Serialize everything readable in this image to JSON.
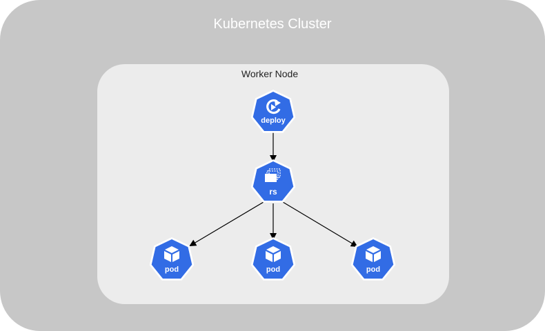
{
  "cluster": {
    "title": "Kubernetes Cluster"
  },
  "worker_node": {
    "title": "Worker Node"
  },
  "colors": {
    "k8s_blue": "#326ce5",
    "cluster_bg": "#c7c7c7",
    "node_bg": "#ececec"
  },
  "nodes": {
    "deploy": {
      "label": "deploy",
      "icon": "deployment-icon"
    },
    "rs": {
      "label": "rs",
      "icon": "replicaset-icon"
    },
    "pod_left": {
      "label": "pod",
      "icon": "pod-icon"
    },
    "pod_center": {
      "label": "pod",
      "icon": "pod-icon"
    },
    "pod_right": {
      "label": "pod",
      "icon": "pod-icon"
    }
  }
}
